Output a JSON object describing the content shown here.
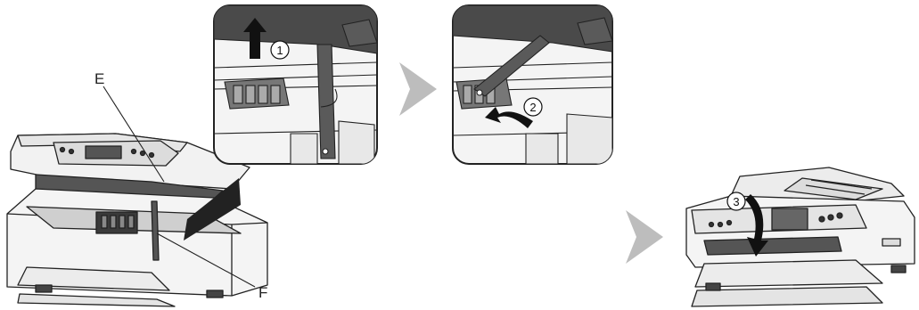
{
  "labels": {
    "cover": "E",
    "lock_lever": "F"
  },
  "steps": [
    {
      "number": "1"
    },
    {
      "number": "2"
    },
    {
      "number": "3"
    }
  ],
  "icons": {
    "step1_arrow": "arrow-up-icon",
    "step2_arrow": "curved-arrow-icon",
    "step3_arrow": "curved-arrow-down-icon",
    "next_arrows": "chevron-right-icon"
  },
  "colors": {
    "arrow_gray": "#bdbdbd",
    "line": "#222222",
    "dark_fill": "#4a4a4a",
    "panel_bg": "#f4f4f4"
  }
}
